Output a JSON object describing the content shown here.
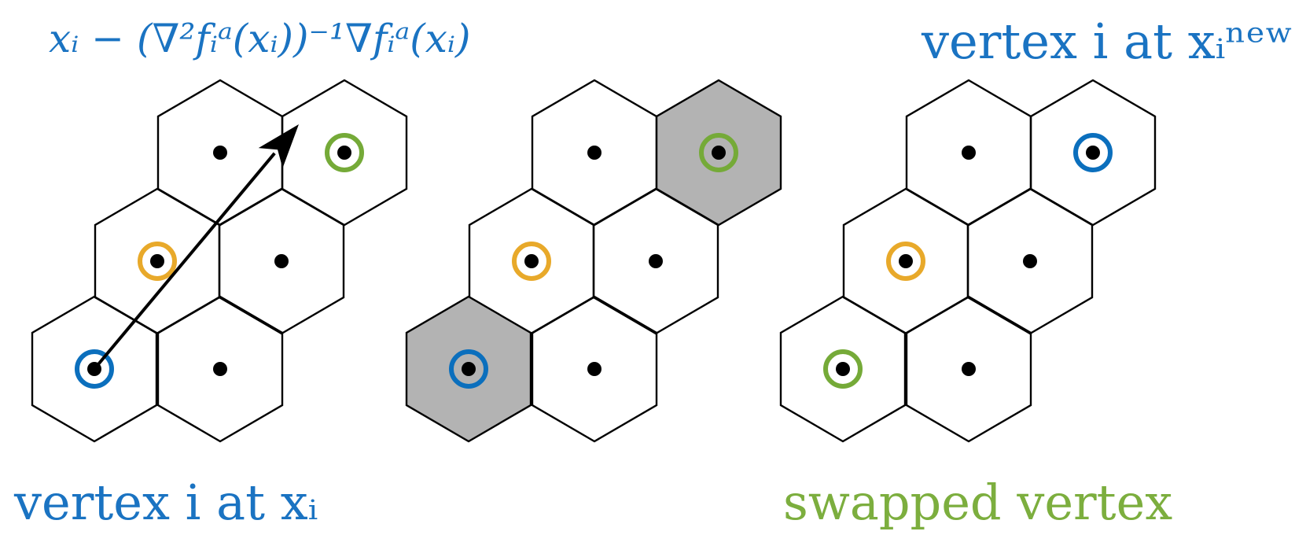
{
  "colors": {
    "blue": "#0b6fbd",
    "orange": "#e8a92a",
    "green": "#75aa38",
    "gray_fill": "#b3b3b3",
    "hex_stroke": "#000000",
    "dot": "#000000"
  },
  "labels": {
    "newton_step": "xᵢ − (∇²fᵢᵃ(xᵢ))⁻¹∇fᵢᵃ(xᵢ)",
    "vertex_new": "vertex i at xᵢⁿᵉʷ",
    "vertex_at_x": "vertex i at xᵢ",
    "swapped_vertex": "swapped vertex"
  },
  "panels": [
    {
      "name": "panel-before",
      "cells": [
        {
          "id": "c1",
          "marker": "none",
          "shaded": false
        },
        {
          "id": "c2",
          "marker": "green",
          "shaded": false
        },
        {
          "id": "c3",
          "marker": "orange",
          "shaded": false
        },
        {
          "id": "c4",
          "marker": "none",
          "shaded": false
        },
        {
          "id": "c5",
          "marker": "blue",
          "shaded": false
        },
        {
          "id": "c6",
          "marker": "none",
          "shaded": false
        }
      ],
      "arrow": true
    },
    {
      "name": "panel-swap",
      "cells": [
        {
          "id": "c1",
          "marker": "none",
          "shaded": false
        },
        {
          "id": "c2",
          "marker": "green",
          "shaded": true
        },
        {
          "id": "c3",
          "marker": "orange",
          "shaded": false
        },
        {
          "id": "c4",
          "marker": "none",
          "shaded": false
        },
        {
          "id": "c5",
          "marker": "blue",
          "shaded": true
        },
        {
          "id": "c6",
          "marker": "none",
          "shaded": false
        }
      ],
      "arrow": false
    },
    {
      "name": "panel-after",
      "cells": [
        {
          "id": "c1",
          "marker": "none",
          "shaded": false
        },
        {
          "id": "c2",
          "marker": "blue",
          "shaded": false
        },
        {
          "id": "c3",
          "marker": "orange",
          "shaded": false
        },
        {
          "id": "c4",
          "marker": "none",
          "shaded": false
        },
        {
          "id": "c5",
          "marker": "green",
          "shaded": false
        },
        {
          "id": "c6",
          "marker": "none",
          "shaded": false
        }
      ],
      "arrow": false
    }
  ]
}
